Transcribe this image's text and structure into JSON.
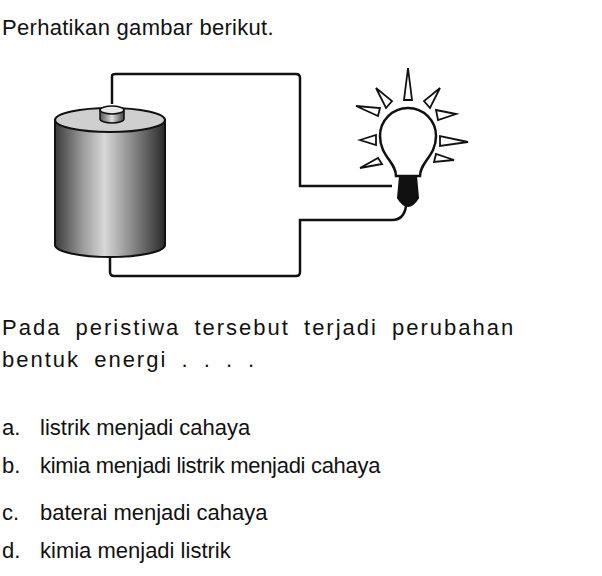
{
  "diagram": {
    "title": "Perhatikan gambar berikut.",
    "labels": [
      "Pada peristiwa tersebut terjadi perubahan bentuk energi . . . .",
      "a.",
      "listrik menjadi cahaya",
      "b.",
      "kimia menjadi listrik menjadi cahaya",
      "c.",
      "baterai menjadi cahaya",
      "d.",
      "kimia menjadi listrik"
    ]
  }
}
